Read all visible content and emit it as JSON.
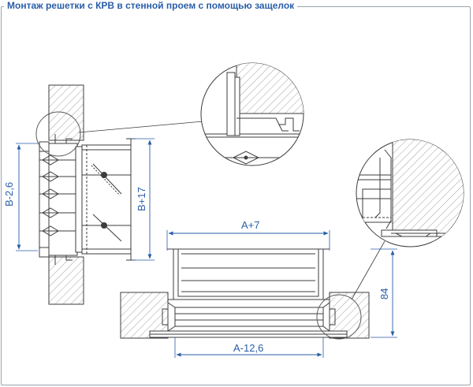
{
  "title": "Монтаж решетки с КРВ в стенной проем с помощью защелок",
  "dimensions": {
    "b_minus": "В-2,6",
    "b_plus": "В+17",
    "a_plus": "А+7",
    "a_minus": "А-12,6",
    "depth": "84"
  },
  "colors": {
    "dimension": "#2a5ea8",
    "outline": "#3c3c3c",
    "frame": "#9aa3ad"
  }
}
